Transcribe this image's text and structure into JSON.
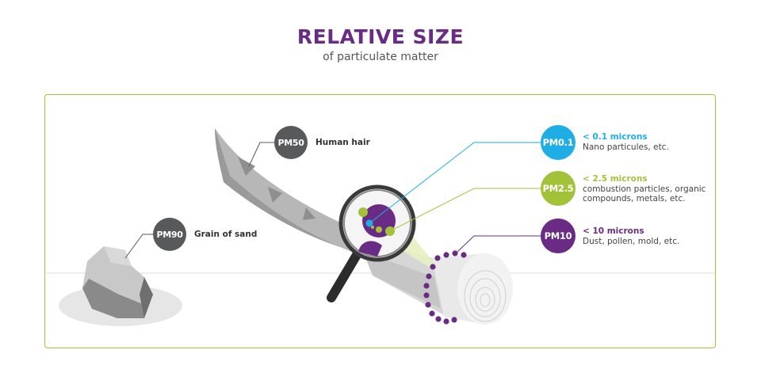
{
  "header": {
    "title": "RELATIVE SIZE",
    "subtitle": "of particulate matter"
  },
  "colors": {
    "title": "#6a2b84",
    "frame": "#a3c23a",
    "gray_badge": "#58595b",
    "pm01": "#1eaee5",
    "pm25": "#a3c23a",
    "pm10": "#6a2b84"
  },
  "items": {
    "pm50": {
      "badge": "PM50",
      "label": "Human hair"
    },
    "pm90": {
      "badge": "PM90",
      "label": "Grain of sand"
    },
    "pm01": {
      "badge": "PM0.1",
      "heading": "< 0.1 microns",
      "desc": "Nano particules, etc."
    },
    "pm25": {
      "badge": "PM2.5",
      "heading": "< 2.5 microns",
      "desc_line1": "combustion particles, organic",
      "desc_line2": "compounds, metals, etc."
    },
    "pm10": {
      "badge": "PM10",
      "heading": "< 10 microns",
      "desc": "Dust, pollen, mold, etc."
    }
  },
  "icons": [
    "hair-icon",
    "sand-grain-icon",
    "magnifying-glass-icon",
    "particle-dots-icon"
  ]
}
